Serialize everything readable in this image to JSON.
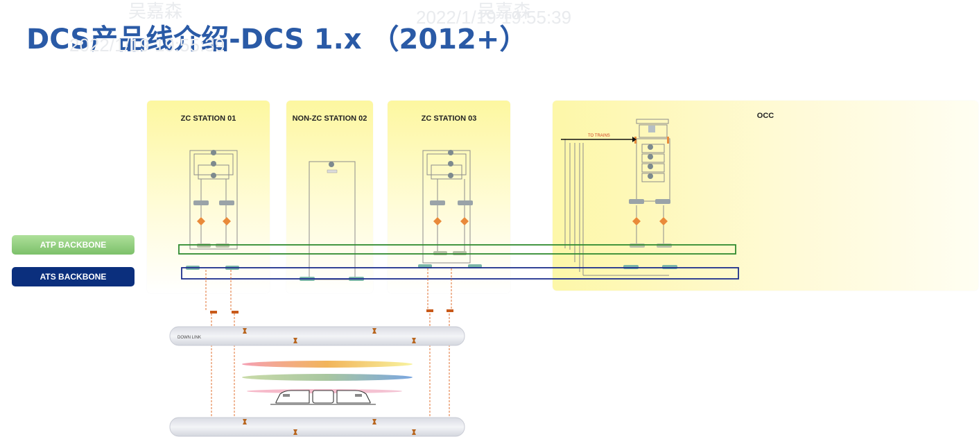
{
  "slide": {
    "title": "DCS产品线介绍-DCS 1.x （2012+）",
    "watermarks": [
      "吴嘉森",
      "2022/1/19 19:55:39",
      "吴嘉森",
      "2022/1/19 19:55:39"
    ]
  },
  "stations": [
    {
      "label": "ZC STATION 01"
    },
    {
      "label": "NON-ZC STATION 02"
    },
    {
      "label": "ZC STATION 03"
    },
    {
      "label": "OCC"
    }
  ],
  "backbones": {
    "atp": {
      "label": "ATP BACKBONE",
      "color": "#8ec97a"
    },
    "ats": {
      "label": "ATS BACKBONE",
      "color": "#0b2f7d"
    }
  },
  "track": {
    "down_link": "DOWN LINK",
    "occ_tag": "TO TRAINS"
  },
  "colors": {
    "title": "#2a5aa6",
    "atp_line": "#2f8a2f",
    "ats_line": "#1c2d8c",
    "wire": "#e07030",
    "router": "#e98a3a",
    "switch": "#9aa3a8",
    "ats_switch": "#7bb7a8"
  }
}
